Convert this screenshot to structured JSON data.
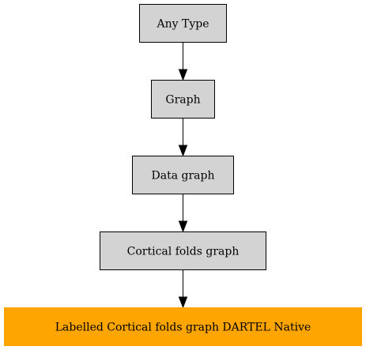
{
  "diagram": {
    "colors": {
      "default_fill": "#d3d3d3",
      "highlight_fill": "#ffa500",
      "stroke": "#000000",
      "text": "#000000",
      "background": "#ffffff"
    },
    "nodes": [
      {
        "id": "any-type",
        "label": "Any Type",
        "highlighted": false
      },
      {
        "id": "graph",
        "label": "Graph",
        "highlighted": false
      },
      {
        "id": "data-graph",
        "label": "Data graph",
        "highlighted": false
      },
      {
        "id": "cortical-folds-graph",
        "label": "Cortical folds graph",
        "highlighted": false
      },
      {
        "id": "labelled-cortical-folds-graph-dartel-native",
        "label": "Labelled Cortical folds graph DARTEL Native",
        "highlighted": true
      }
    ],
    "edges": [
      {
        "from": "any-type",
        "to": "graph"
      },
      {
        "from": "graph",
        "to": "data-graph"
      },
      {
        "from": "data-graph",
        "to": "cortical-folds-graph"
      },
      {
        "from": "cortical-folds-graph",
        "to": "labelled-cortical-folds-graph-dartel-native"
      }
    ]
  }
}
